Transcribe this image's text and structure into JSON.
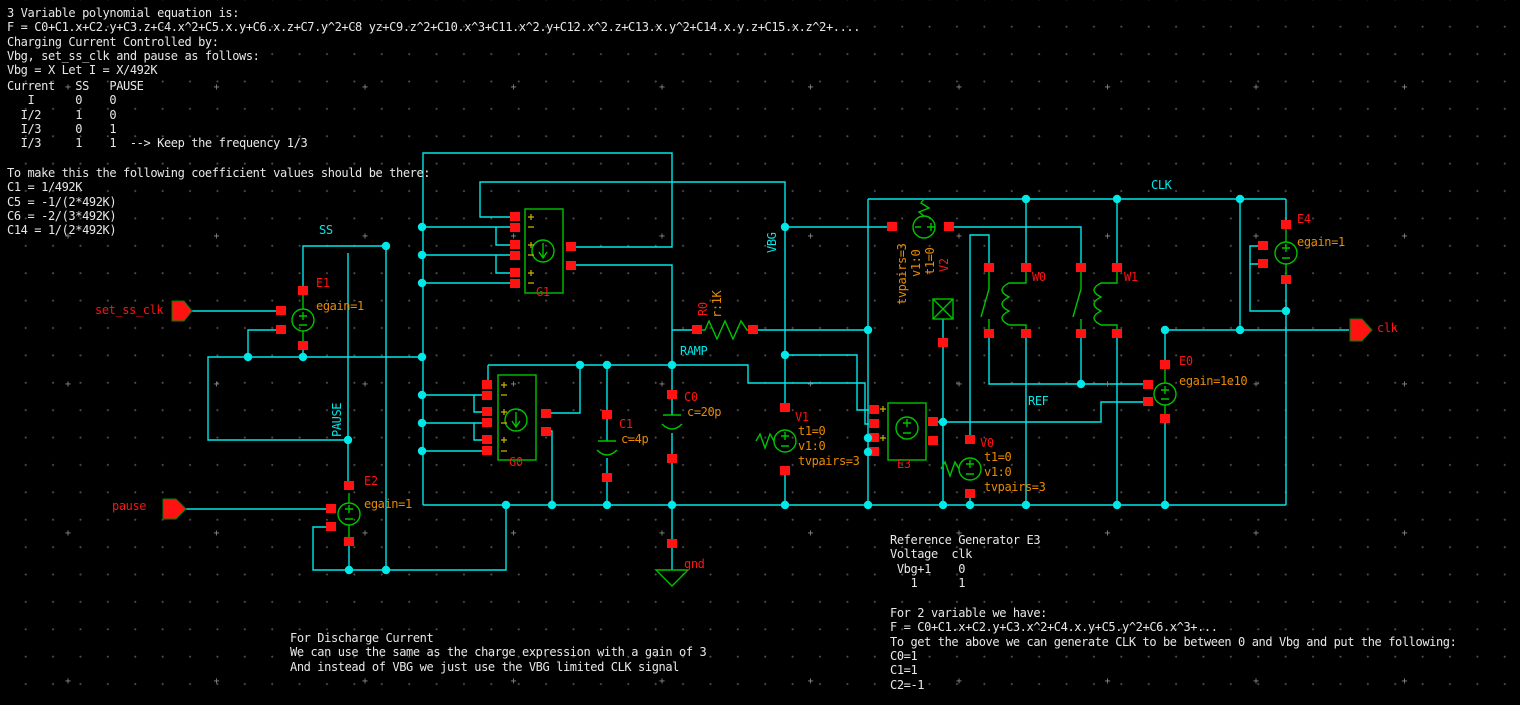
{
  "schematic": {
    "annotations": {
      "poly3_block": [
        "3 Variable polynomial equation is:",
        "F = C0+C1.x+C2.y+C3.z+C4.x^2+C5.x.y+C6.x.z+C7.y^2+C8 yz+C9.z^2+C10.x^3+C11.x^2.y+C12.x^2.z+C13.x.y^2+C14.x.y.z+C15.x.z^2+....",
        "Charging Current Controlled by:",
        "Vbg, set_ss_clk and pause as follows:",
        "Vbg = X Let I = X/492K"
      ],
      "charging_table": [
        "Current   SS   PAUSE",
        "   I      0    0",
        "  I/2     1    0",
        "  I/3     0    1",
        "  I/3     1    1  --> Keep the frequency 1/3"
      ],
      "coefficients_block": [
        "To make this the following coefficient values should be there:",
        "C1 = 1/492K",
        "C5 = -1/(2*492K)",
        "C6 = -2/(3*492K)",
        "C14 = 1/(2*492K)"
      ],
      "discharge_block": [
        "For Discharge Current",
        "We can use the same as the charge expression with a gain of 3",
        "And instead of VBG we just use the VBG limited CLK signal"
      ],
      "reference_block": [
        "Reference Generator E3",
        "Voltage  clk",
        " Vbg+1    0",
        "   1      1"
      ],
      "two_var_block": [
        "For 2 variable we have:",
        "F = C0+C1.x+C2.y+C3.x^2+C4.x.y+C5.y^2+C6.x^3+...",
        "To get the above we can generate CLK to be between 0 and Vbg and put the following:",
        "C0=1",
        "C1=1",
        "C2=-1"
      ]
    },
    "net_labels": {
      "ss": "SS",
      "pause": "PAUSE",
      "ramp": "RAMP",
      "vbg": "VBG",
      "clk": "CLK",
      "ref": "REF"
    },
    "ports": {
      "set_ss_clk": "set_ss_clk",
      "pause": "pause",
      "clk": "clk"
    },
    "components": {
      "e1": {
        "name": "E1",
        "param": "egain=1"
      },
      "e2": {
        "name": "E2",
        "param": "egain=1"
      },
      "e3": {
        "name": "E3"
      },
      "e4": {
        "name": "E4",
        "param": "egain=1"
      },
      "e0": {
        "name": "E0",
        "param": "egain=1e10"
      },
      "g1": {
        "name": "G1"
      },
      "g0": {
        "name": "G0"
      },
      "r0": {
        "name": "R0",
        "param": "r:1K"
      },
      "c0": {
        "name": "C0",
        "param": "c=20p"
      },
      "c1": {
        "name": "C1",
        "param": "c=4p"
      },
      "v0": {
        "name": "V0",
        "params": [
          "t1=0",
          "v1:0",
          "tvpairs=3"
        ]
      },
      "v1": {
        "name": "V1",
        "params": [
          "t1=0",
          "v1:0",
          "tvpairs=3"
        ]
      },
      "v2": {
        "name": "V2",
        "params": [
          "tvpairs=3",
          "v1:0",
          "t1=0"
        ]
      },
      "w0": {
        "name": "W0"
      },
      "w1": {
        "name": "W1"
      },
      "gnd": {
        "name": "gnd"
      }
    },
    "colors": {
      "background": "#000000",
      "wire": "#00e8e8",
      "component_green": "#00c400",
      "pin_red": "#ff0000",
      "param_orange": "#e88a00",
      "net_cyan": "#00e8e8",
      "text_white": "#e8e8e8",
      "polarity_yellow": "#cdb500"
    }
  }
}
